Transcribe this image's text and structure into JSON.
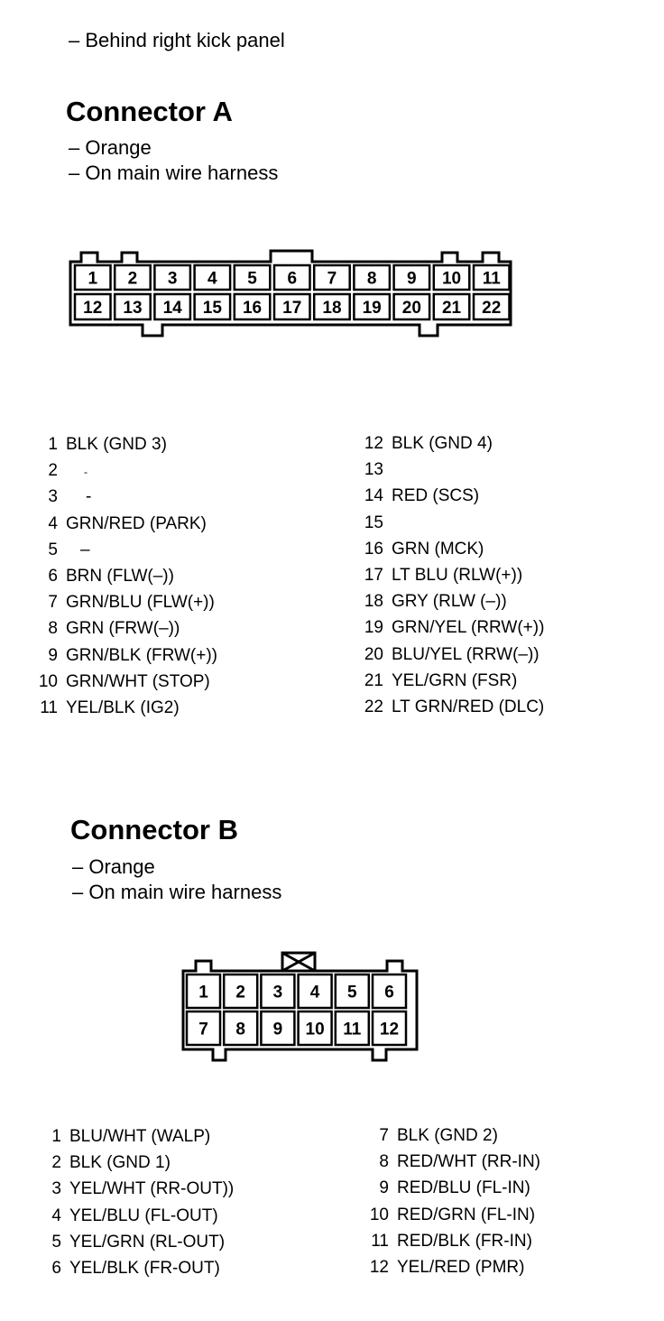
{
  "intro": "– Behind right kick panel",
  "connector_a": {
    "title": "Connector A",
    "notes": [
      "– Orange",
      "– On main wire harness"
    ],
    "cavities_top": [
      "1",
      "2",
      "3",
      "4",
      "5",
      "6",
      "7",
      "8",
      "9",
      "10",
      "11"
    ],
    "cavities_bottom": [
      "12",
      "13",
      "14",
      "15",
      "16",
      "17",
      "18",
      "19",
      "20",
      "21",
      "22"
    ],
    "pins_left": [
      {
        "num": "1",
        "desc": "BLK (GND 3)"
      },
      {
        "num": "2",
        "desc": "-"
      },
      {
        "num": "3",
        "desc": "-"
      },
      {
        "num": "4",
        "desc": "GRN/RED (PARK)"
      },
      {
        "num": "5",
        "desc": "–"
      },
      {
        "num": "6",
        "desc": "BRN (FLW(–))"
      },
      {
        "num": "7",
        "desc": "GRN/BLU (FLW(+))"
      },
      {
        "num": "8",
        "desc": "GRN (FRW(–))"
      },
      {
        "num": "9",
        "desc": "GRN/BLK (FRW(+))"
      },
      {
        "num": "10",
        "desc": "GRN/WHT (STOP)"
      },
      {
        "num": "11",
        "desc": "YEL/BLK (IG2)"
      }
    ],
    "pins_right": [
      {
        "num": "12",
        "desc": "BLK (GND 4)"
      },
      {
        "num": "13",
        "desc": ""
      },
      {
        "num": "14",
        "desc": "RED (SCS)"
      },
      {
        "num": "15",
        "desc": ""
      },
      {
        "num": "16",
        "desc": "GRN (MCK)"
      },
      {
        "num": "17",
        "desc": "LT BLU (RLW(+))"
      },
      {
        "num": "18",
        "desc": "GRY (RLW (–))"
      },
      {
        "num": "19",
        "desc": "GRN/YEL (RRW(+))"
      },
      {
        "num": "20",
        "desc": "BLU/YEL (RRW(–))"
      },
      {
        "num": "21",
        "desc": "YEL/GRN (FSR)"
      },
      {
        "num": "22",
        "desc": "LT GRN/RED (DLC)"
      }
    ]
  },
  "connector_b": {
    "title": "Connector B",
    "notes": [
      "– Orange",
      "– On main wire harness"
    ],
    "cavities_top": [
      "1",
      "2",
      "3",
      "4",
      "5",
      "6"
    ],
    "cavities_bottom": [
      "7",
      "8",
      "9",
      "10",
      "11",
      "12"
    ],
    "pins_left": [
      {
        "num": "1",
        "desc": "BLU/WHT (WALP)"
      },
      {
        "num": "2",
        "desc": "BLK (GND 1)"
      },
      {
        "num": "3",
        "desc": "YEL/WHT (RR-OUT))"
      },
      {
        "num": "4",
        "desc": "YEL/BLU (FL-OUT)"
      },
      {
        "num": "5",
        "desc": "YEL/GRN (RL-OUT)"
      },
      {
        "num": "6",
        "desc": "YEL/BLK (FR-OUT)"
      }
    ],
    "pins_right": [
      {
        "num": "7",
        "desc": "BLK (GND 2)"
      },
      {
        "num": "8",
        "desc": "RED/WHT (RR-IN)"
      },
      {
        "num": "9",
        "desc": "RED/BLU (FL-IN)"
      },
      {
        "num": "10",
        "desc": "RED/GRN (FL-IN)"
      },
      {
        "num": "11",
        "desc": "RED/BLK (FR-IN)"
      },
      {
        "num": "12",
        "desc": "YEL/RED (PMR)"
      }
    ]
  }
}
